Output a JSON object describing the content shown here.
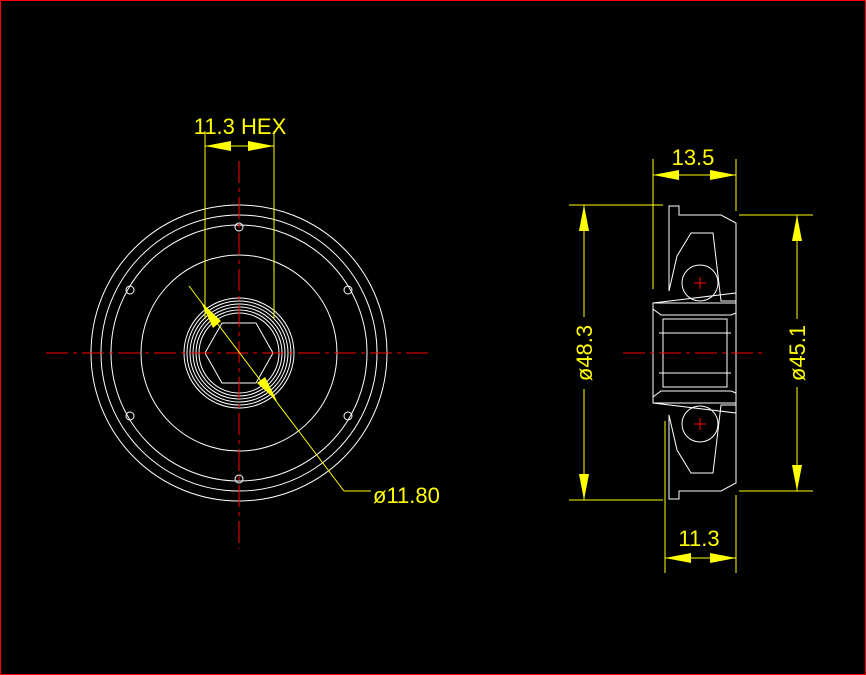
{
  "drawing": {
    "front_view": {
      "hex_dimension": "11.3 HEX",
      "bore_diameter": "ø11.80"
    },
    "side_view": {
      "overall_width": "13.5",
      "hub_width": "11.3",
      "outer_diameter": "ø48.3",
      "inner_flange_diameter": "ø45.1"
    },
    "colors": {
      "background": "#000000",
      "geometry": "#ffffff",
      "dimensions": "#ffff00",
      "centerlines": "#ff0000"
    }
  }
}
